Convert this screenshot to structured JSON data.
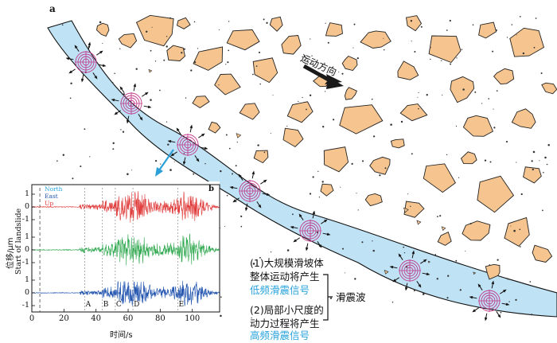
{
  "panel_a_label": "a",
  "motion_label": "运动方向",
  "annotation": {
    "line1": "(1)大规模滑坡体",
    "line2": "整体运动将产生",
    "line3": "低频滑震信号",
    "line4": "(2)局部小尺度的",
    "line5": "动力过程将产生",
    "line6": "高频滑震信号",
    "wave_label": "滑震波"
  },
  "colors": {
    "slope": "#bfe2f4",
    "rock": "#f5c48f",
    "north": "#e03a3a",
    "east": "#2fa84f",
    "up": "#2456b0",
    "pointer": "#2a9fd8"
  },
  "inset": {
    "panel_label": "b",
    "legend": [
      "North",
      "East",
      "Up"
    ],
    "ylabel": "位移/μm",
    "xlabel": "时间/s",
    "start_label": "Start of landslide",
    "yticks": [
      "1",
      "0",
      "-1",
      "1",
      "0",
      "-1",
      "1",
      "0",
      "-1"
    ],
    "xticks": [
      "0",
      "20",
      "40",
      "60",
      "80",
      "100"
    ],
    "markers": [
      "A",
      "B",
      "C",
      "D",
      "E"
    ]
  },
  "chart_data": {
    "type": "line",
    "title": "",
    "xlabel": "时间/s",
    "ylabel": "位移/μm",
    "xlim": [
      0,
      117
    ],
    "series": [
      {
        "name": "North"
      },
      {
        "name": "East"
      },
      {
        "name": "Up"
      }
    ],
    "event_times": [
      33,
      44,
      52,
      63,
      91
    ],
    "event_labels": [
      "A",
      "B",
      "C",
      "D",
      "E"
    ],
    "start_time": 5
  }
}
